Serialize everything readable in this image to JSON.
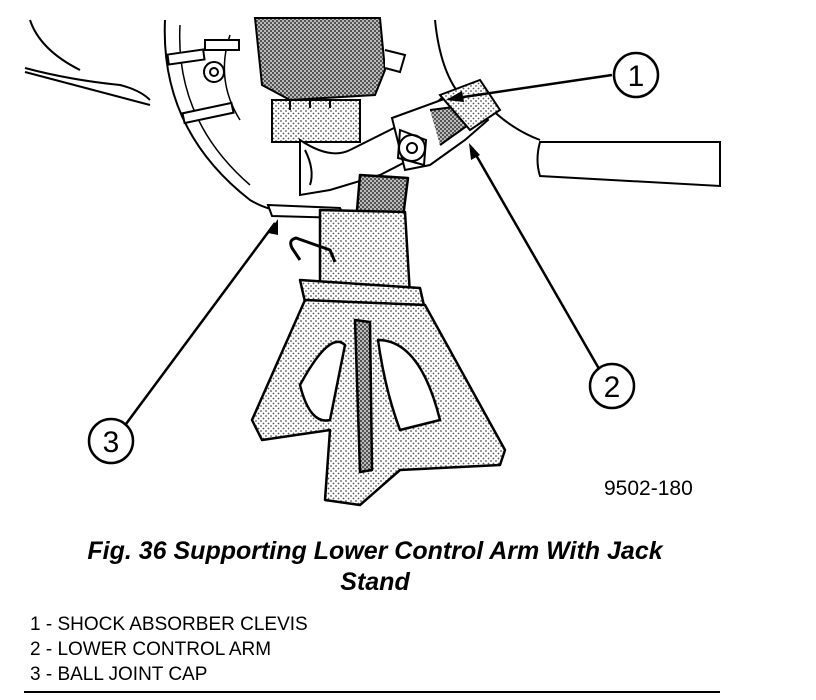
{
  "figure": {
    "number_text": "9502-180",
    "callouts": [
      "1",
      "2",
      "3"
    ]
  },
  "caption": {
    "line1": "Fig. 36 Supporting Lower Control Arm With Jack",
    "line2": "Stand"
  },
  "legend": [
    {
      "text": "1 - SHOCK ABSORBER CLEVIS"
    },
    {
      "text": "2 - LOWER CONTROL ARM"
    },
    {
      "text": "3 - BALL JOINT CAP"
    }
  ]
}
